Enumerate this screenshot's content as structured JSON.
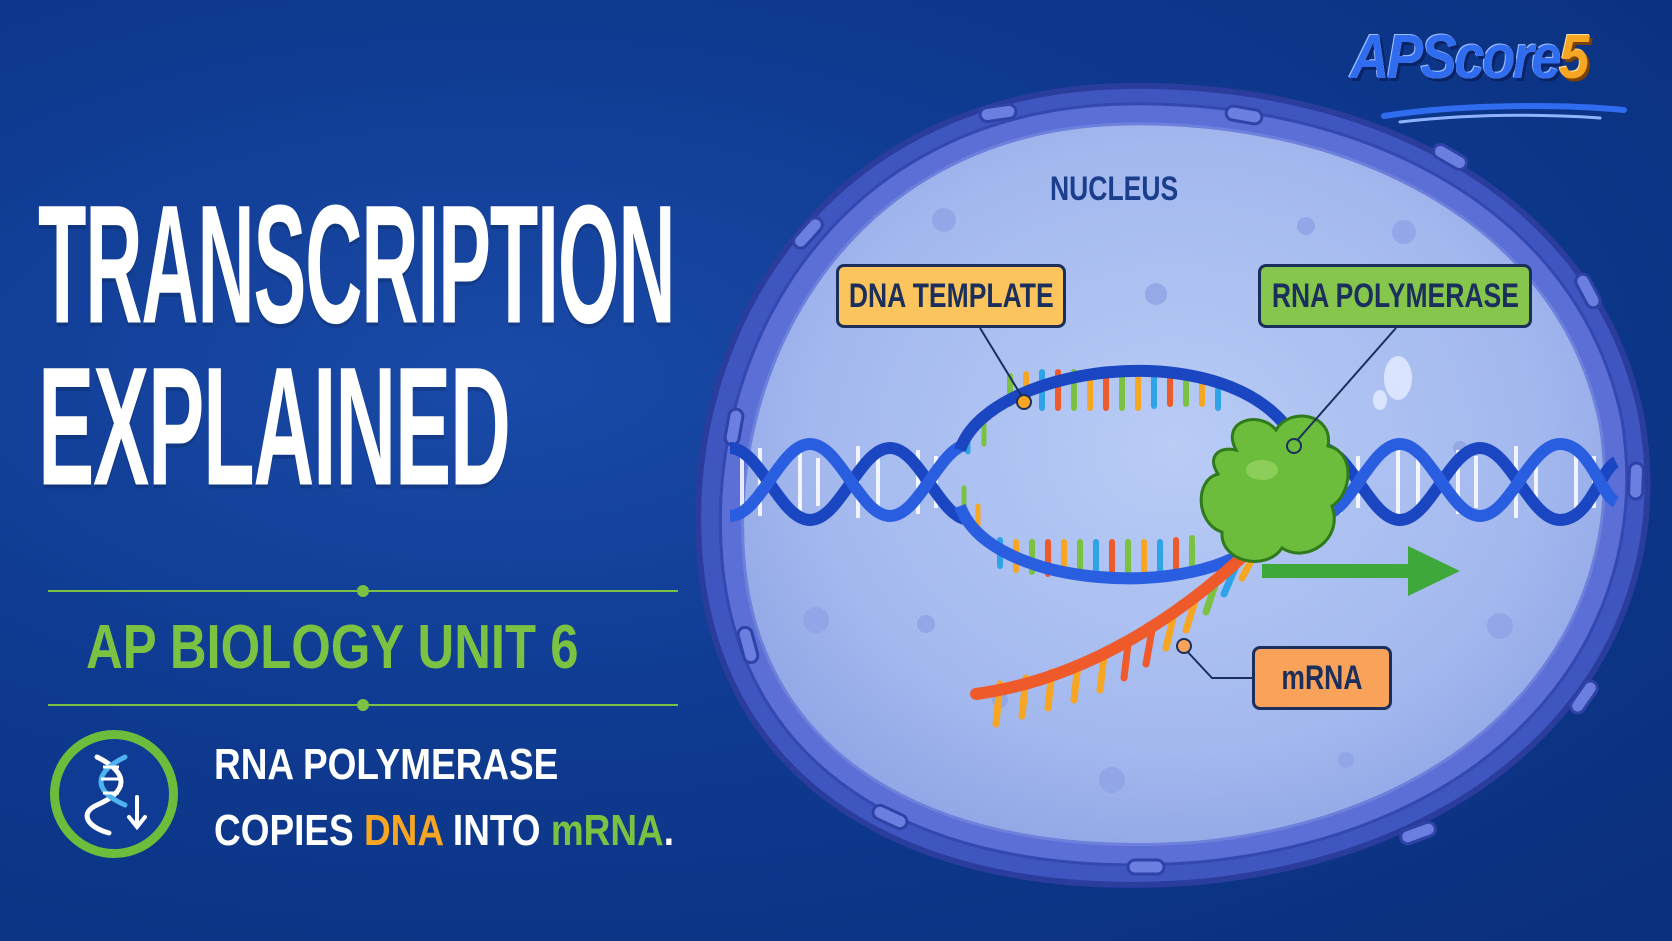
{
  "title": {
    "line1": "TRANSCRIPTION",
    "line2": "EXPLAINED"
  },
  "subtitle": "AP BIOLOGY UNIT 6",
  "caption": {
    "line1": "RNA POLYMERASE",
    "line2_prefix": "COPIES ",
    "line2_dna": "DNA",
    "line2_middle": " INTO ",
    "line2_mrna": "mRNA",
    "line2_suffix": "."
  },
  "logo": {
    "text": "APScore",
    "digit": "5"
  },
  "diagram": {
    "nucleus_label": "NUCLEUS",
    "label_dna_template": "DNA TEMPLATE",
    "label_rna_polymerase": "RNA POLYMERASE",
    "label_mrna": "mRNA"
  },
  "icons": {
    "badge": "dna-helix-icon",
    "arrow": "direction-arrow-icon"
  },
  "colors": {
    "background": "#0d3a8e",
    "accent_green": "#7cc242",
    "accent_orange": "#f6a623",
    "nucleus_fill": "#a9bdf0",
    "membrane": "#4a5fc8",
    "polymerase": "#6bbd3b",
    "mrna_strand": "#ef5a2a",
    "dna_strand": "#2047b8"
  }
}
